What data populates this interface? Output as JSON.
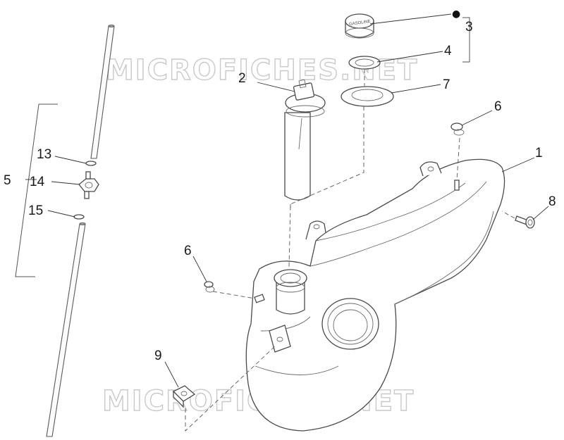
{
  "watermark": [
    "MICROFICHES.NET",
    "MICROFICHES.NET"
  ],
  "callouts": {
    "c1": "1",
    "c2": "2",
    "c3": "3",
    "c4": "4",
    "c5": "5",
    "c6a": "6",
    "c6b": "6",
    "c7": "7",
    "c8": "8",
    "c9": "9",
    "c13": "13",
    "c14": "14",
    "c15": "15"
  },
  "cap_text": "GASOLINE",
  "set_marker": "●"
}
